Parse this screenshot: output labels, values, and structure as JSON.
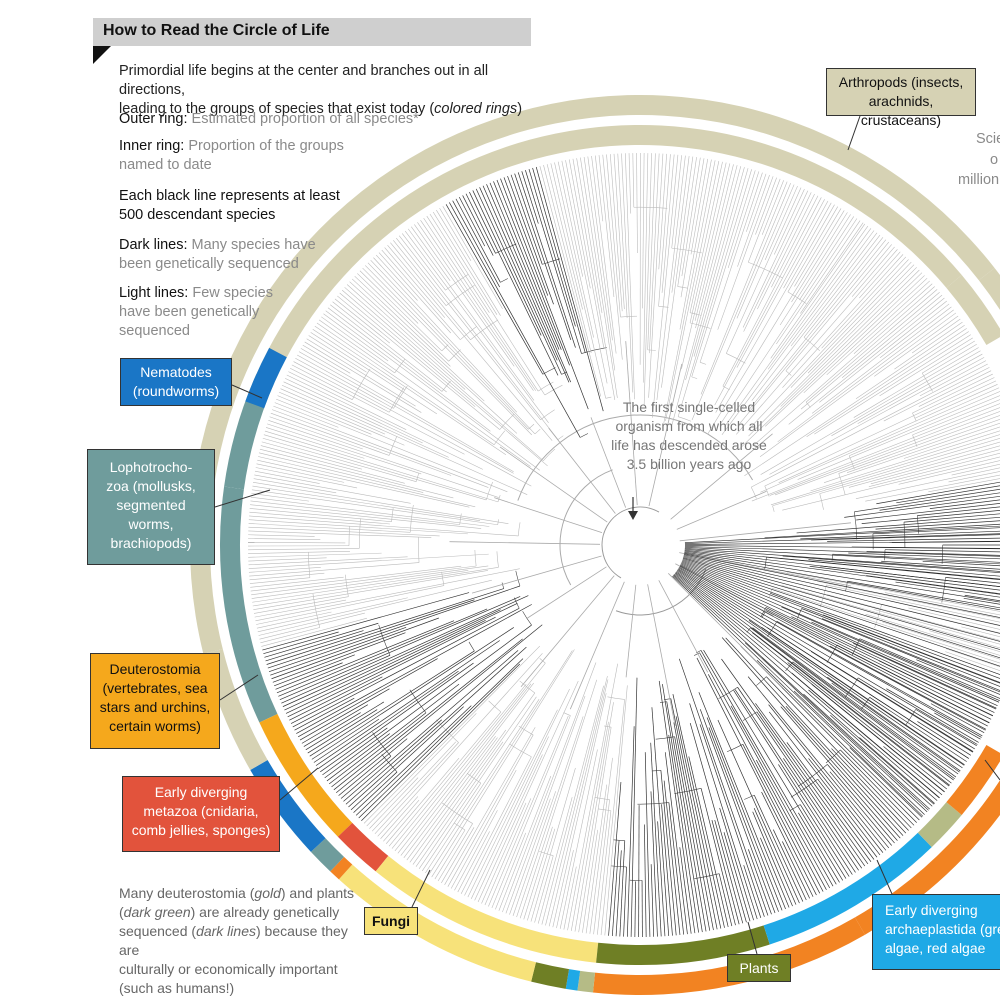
{
  "legend": {
    "title": "How to Read the Circle of Life",
    "intro_line1": "Primordial life begins at the center and branches out in all directions,",
    "intro_line2": "leading to the groups of species that exist today (",
    "intro_italic": "colored rings",
    "intro_close": ")",
    "outer_key": "Outer ring:",
    "outer_text": "Estimated proportion of all species*",
    "inner_key": "Inner ring:",
    "inner_text_1": "Proportion of the groups",
    "inner_text_2": "named to date",
    "black_line_1": "Each black line represents at least",
    "black_line_2": "500 descendant species",
    "dark_key": "Dark lines:",
    "dark_text_1": "Many species have",
    "dark_text_2": "been genetically sequenced",
    "light_key": "Light lines:",
    "light_text_1": "Few species",
    "light_text_2": "have been genetically",
    "light_text_3": "sequenced"
  },
  "callouts": {
    "arthropods": [
      "Arthropods (insects,",
      "arachnids, crustaceans)"
    ],
    "nematodes": [
      "Nematodes",
      "(roundworms)"
    ],
    "lophotrochozoa": [
      "Lophotrocho-",
      "zoa (mollusks,",
      "segmented",
      "worms,",
      "brachiopods)"
    ],
    "deuterostomia": [
      "Deuterostomia",
      "(vertebrates, sea",
      "stars and urchins,",
      "certain worms)"
    ],
    "early_metazoa": [
      "Early diverging",
      "metazoa (cnidaria,",
      "comb jellies, sponges)"
    ],
    "fungi": "Fungi",
    "plants": "Plants",
    "archaeplastida": [
      "Early diverging",
      "archaeplastida (gre",
      "algae, red algae"
    ],
    "scientists_fragment": [
      "Scie",
      "o",
      "million"
    ]
  },
  "center_note": [
    "The first single-celled",
    "organism from which all",
    "life has descended arose",
    "3.5 billion years ago"
  ],
  "bottom_note": {
    "l1a": "Many deuterostomia (",
    "l1i": "gold",
    "l1b": ") and plants",
    "l2a": "(",
    "l2i": "dark green",
    "l2b": ") are already genetically",
    "l3a": "sequenced (",
    "l3i": "dark lines",
    "l3b": ") because they are",
    "l4": "culturally or economically important",
    "l5": "(such as humans!)"
  },
  "colors": {
    "arthropods": "#d6d2b4",
    "nematodes": "#1a76c6",
    "lophotrochozoa": "#6f9c9c",
    "deuterostomia": "#f5a81c",
    "early_metazoa": "#e2533c",
    "fungi": "#f7e27a",
    "plants": "#6f7f25",
    "archaeplastida": "#1fa9e6",
    "orange_other": "#f28322",
    "olive_light": "#b5bb86"
  }
}
